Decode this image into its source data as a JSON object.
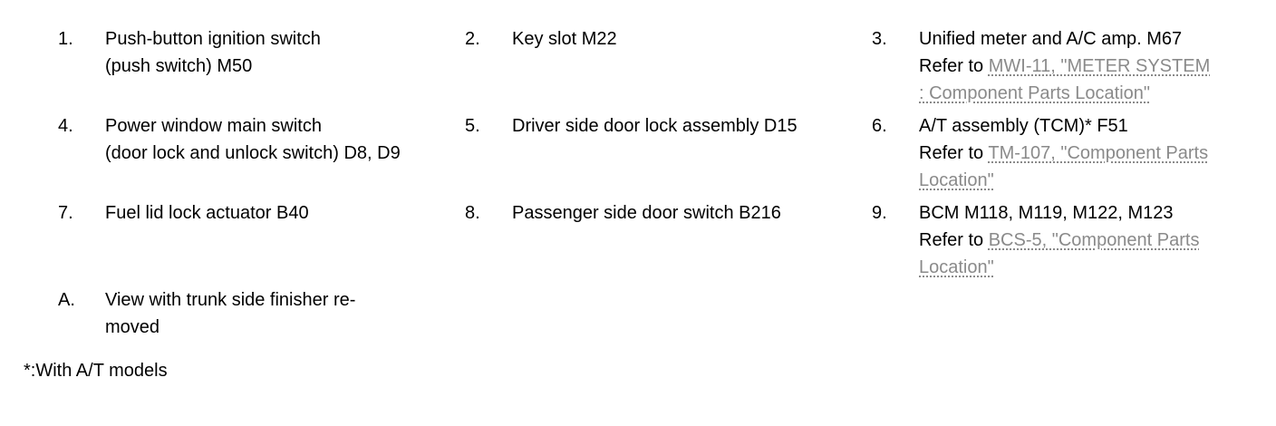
{
  "items": [
    {
      "num": "1.",
      "lines": [
        "Push-button ignition switch",
        "(push switch) M50"
      ],
      "links": []
    },
    {
      "num": "2.",
      "lines": [
        "Key slot M22"
      ],
      "links": []
    },
    {
      "num": "3.",
      "lines": [
        "Unified meter and A/C amp. M67",
        "Refer to"
      ],
      "links": [
        "MWI-11, \"METER SYSTEM",
        ": Component Parts Location\""
      ]
    },
    {
      "num": "4.",
      "lines": [
        "Power window main switch",
        "(door lock and unlock switch) D8, D9"
      ],
      "links": []
    },
    {
      "num": "5.",
      "lines": [
        "Driver side door lock assembly D15"
      ],
      "links": []
    },
    {
      "num": "6.",
      "lines": [
        "A/T assembly (TCM)* F51",
        "Refer to"
      ],
      "links": [
        "TM-107, \"Component Parts",
        "Location\""
      ]
    },
    {
      "num": "7.",
      "lines": [
        "Fuel lid lock actuator B40"
      ],
      "links": []
    },
    {
      "num": "8.",
      "lines": [
        "Passenger side door switch B216"
      ],
      "links": []
    },
    {
      "num": "9.",
      "lines": [
        "BCM M118, M119, M122, M123",
        "Refer to"
      ],
      "links": [
        "BCS-5, \"Component Parts",
        "Location\""
      ]
    },
    {
      "num": "A.",
      "lines": [
        "View with trunk side finisher re-",
        "moved"
      ],
      "links": []
    }
  ],
  "footnote": "*:With A/T models"
}
